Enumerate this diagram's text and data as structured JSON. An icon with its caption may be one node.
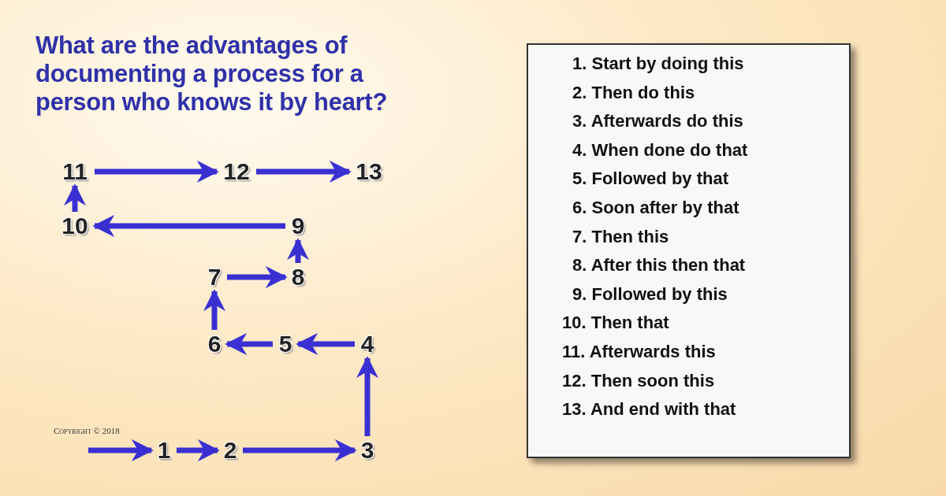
{
  "diagram": {
    "title": "What are the advantages of documenting a process for a person who knows it by heart?",
    "nodes": [
      {
        "text": [
          "1"
        ]
      },
      {
        "text": [
          "2"
        ]
      },
      {
        "text": [
          "3"
        ]
      },
      {
        "text": [
          "4"
        ]
      },
      {
        "text": [
          "5"
        ]
      },
      {
        "text": [
          "6"
        ]
      },
      {
        "text": [
          "7"
        ]
      },
      {
        "text": [
          "8"
        ]
      },
      {
        "text": [
          "9"
        ]
      },
      {
        "text": [
          "10"
        ]
      },
      {
        "text": [
          "11"
        ]
      },
      {
        "text": [
          "12"
        ]
      },
      {
        "text": [
          "13"
        ]
      }
    ],
    "edges": [
      {
        "from": null,
        "to": 0,
        "arrow": "to"
      },
      {
        "from": 0,
        "to": 1,
        "arrow": "to"
      },
      {
        "from": 1,
        "to": 2,
        "arrow": "to"
      },
      {
        "from": 2,
        "to": 3,
        "arrow": "to"
      },
      {
        "from": 3,
        "to": 4,
        "arrow": "to"
      },
      {
        "from": 4,
        "to": 5,
        "arrow": "to"
      },
      {
        "from": 5,
        "to": 6,
        "arrow": "to"
      },
      {
        "from": 6,
        "to": 7,
        "arrow": "to"
      },
      {
        "from": 7,
        "to": 8,
        "arrow": "to"
      },
      {
        "from": 8,
        "to": 9,
        "arrow": "to"
      },
      {
        "from": 9,
        "to": 10,
        "arrow": "to"
      },
      {
        "from": 10,
        "to": 11,
        "arrow": "to"
      },
      {
        "from": 11,
        "to": 12,
        "arrow": "to"
      }
    ],
    "labels": [
      "1. Start by doing this",
      "2. Then do this",
      "3. Afterwards do this",
      "4. When done do that",
      "5. Followed by that",
      "6. Soon after by that",
      "7. Then this",
      "8. After this then that",
      "9. Followed by this",
      "10. Then that",
      "11. Afterwards this",
      "12. Then soon this",
      "13. And end with that",
      "Copyright © 2018"
    ]
  }
}
